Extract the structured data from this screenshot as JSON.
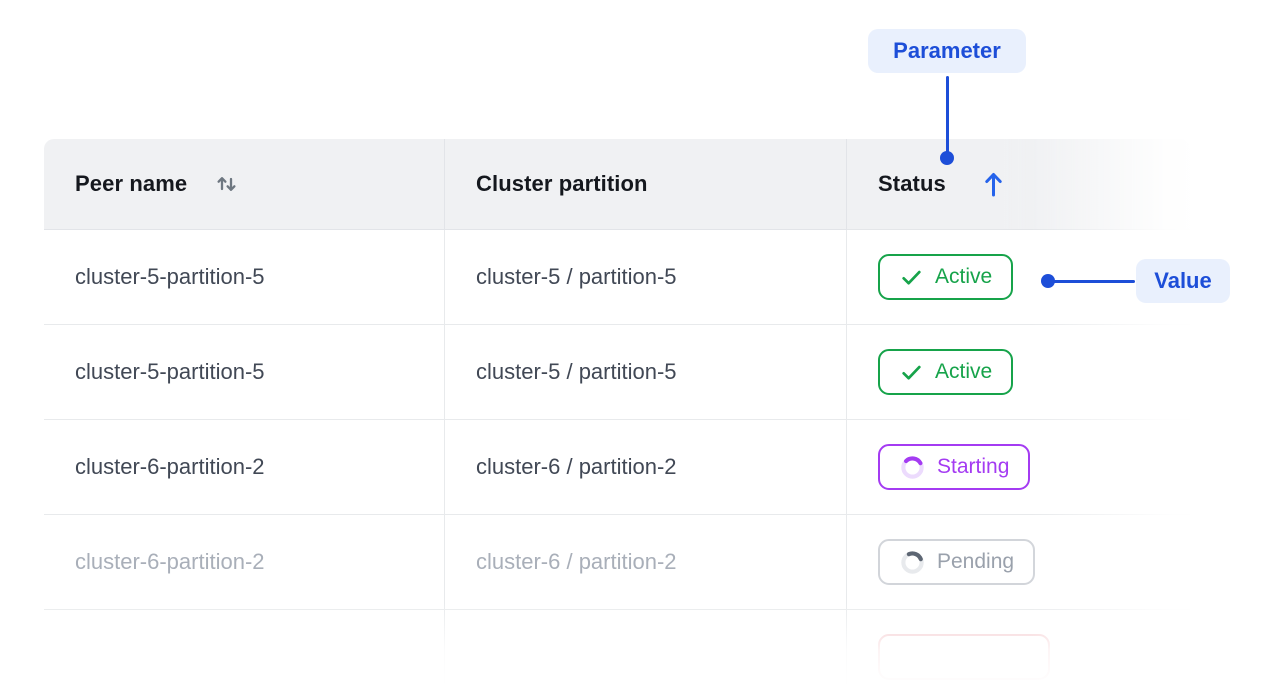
{
  "annotations": {
    "parameter": {
      "label": "Parameter"
    },
    "value": {
      "label": "Value"
    },
    "accent_color": "#1d4ed8",
    "bubble_background": "#e9f0fd"
  },
  "table": {
    "header": {
      "peer_name": "Peer name",
      "cluster_partition": "Cluster partition",
      "status": "Status",
      "peer_name_sort": "sortable",
      "status_sort": "ascending"
    },
    "rows": [
      {
        "peer_name": "cluster-5-partition-5",
        "cluster_partition": "cluster-5 / partition-5",
        "status": "Active",
        "status_variant": "active",
        "dimmed": false
      },
      {
        "peer_name": "cluster-5-partition-5",
        "cluster_partition": "cluster-5 / partition-5",
        "status": "Active",
        "status_variant": "active",
        "dimmed": false
      },
      {
        "peer_name": "cluster-6-partition-2",
        "cluster_partition": "cluster-6 / partition-2",
        "status": "Starting",
        "status_variant": "starting",
        "dimmed": false
      },
      {
        "peer_name": "cluster-6-partition-2",
        "cluster_partition": "cluster-6 / partition-2",
        "status": "Pending",
        "status_variant": "pending",
        "dimmed": true
      },
      {
        "peer_name": "",
        "cluster_partition": "",
        "status": "",
        "status_variant": "failed",
        "dimmed": true
      }
    ],
    "status_colors": {
      "active": "#16a34a",
      "starting": "#a43bf2",
      "pending": "#9aa1ac",
      "failed_border": "#f2bfc3"
    },
    "header_background": "#f0f1f3",
    "row_text_color": "#414855",
    "dimmed_text_color": "#a9afb9",
    "sort_arrow_color": "#2563eb"
  }
}
